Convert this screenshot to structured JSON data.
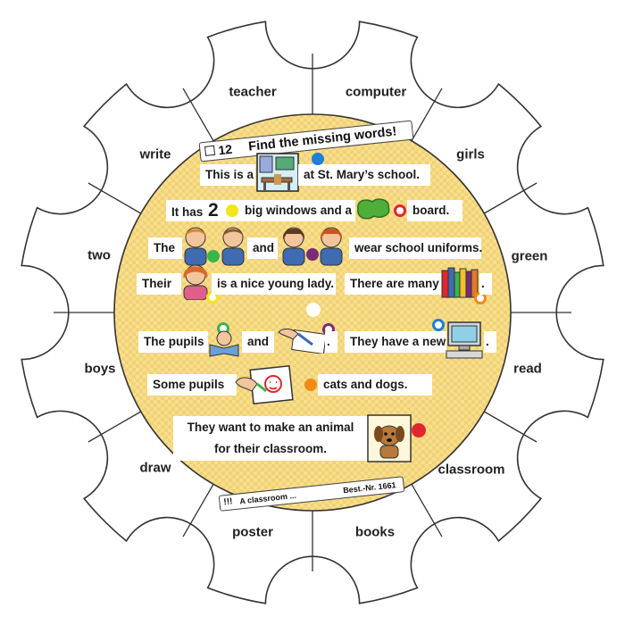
{
  "title": {
    "number": "12",
    "text": "Find the missing words!"
  },
  "footer": {
    "left": "A classroom ...",
    "right": "Best.-Nr. 1661"
  },
  "answer_words": [
    "teacher",
    "computer",
    "girls",
    "green",
    "read",
    "classroom",
    "books",
    "poster",
    "draw",
    "boys",
    "two",
    "write"
  ],
  "sentences": {
    "s1a": "This is a",
    "s1b": "at St. Mary’s school.",
    "s2a": "It has",
    "s2num": "2",
    "s2b": "big windows and a",
    "s2c": "board.",
    "s3a": "The",
    "s3b": "and",
    "s3c": "wear school uniforms.",
    "s4a": "Their",
    "s4b": "is a nice young lady.",
    "s5a": "There are many",
    "s5b": ".",
    "s6a": "The pupils",
    "s6b": "and",
    "s6c": ".",
    "s7a": "They have a new",
    "s7b": ".",
    "s8a": "Some pupils",
    "s8b": "cats and dogs.",
    "s9a": "They want to make an animal",
    "s9b": "for their classroom."
  },
  "colors": {
    "wheel_fill": "#f6dc86",
    "wheel_pattern": "#f1cf6a",
    "blue": "#1d7fd6",
    "yellow": "#f3e51a",
    "red": "#e0272d",
    "green": "#3bb54a",
    "purple": "#7a2a78",
    "orange": "#f28a1a",
    "white_dot": "#ffffff"
  },
  "icons": {
    "classroom_picture": "classroom-picture-icon",
    "green_board": "green-board-icon",
    "boys": "boys-picture-icon",
    "girls": "girls-picture-icon",
    "teacher": "teacher-picture-icon",
    "books": "books-picture-icon",
    "reading": "reading-picture-icon",
    "writing": "writing-picture-icon",
    "computer": "computer-picture-icon",
    "drawing": "drawing-picture-icon",
    "dog_poster": "dog-poster-icon",
    "checkbox": "checkbox-icon"
  }
}
